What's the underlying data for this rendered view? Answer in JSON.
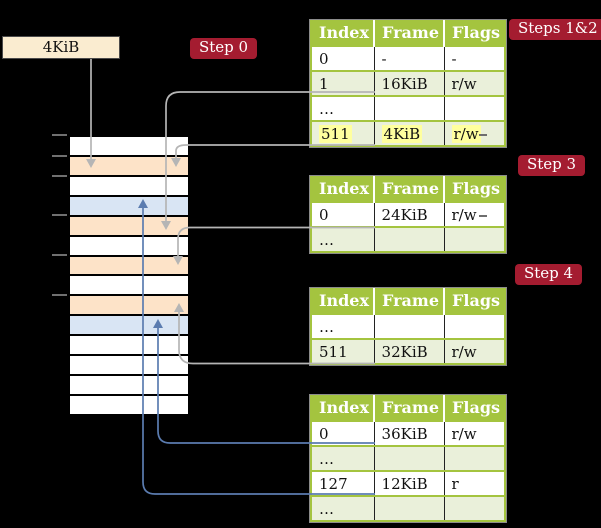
{
  "root_box": {
    "label": "4KiB"
  },
  "badges": {
    "step0": "Step 0",
    "steps12": "Steps 1&2",
    "step3": "Step 3",
    "step4": "Step 4"
  },
  "memory_stack": {
    "rows": [
      {
        "color": "white"
      },
      {
        "color": "peach"
      },
      {
        "color": "white"
      },
      {
        "color": "blue"
      },
      {
        "color": "peach"
      },
      {
        "color": "white"
      },
      {
        "color": "peach"
      },
      {
        "color": "white"
      },
      {
        "color": "peach"
      },
      {
        "color": "blue"
      },
      {
        "color": "white"
      },
      {
        "color": "white"
      },
      {
        "color": "white"
      },
      {
        "color": "white"
      }
    ]
  },
  "tables": [
    {
      "name": "page-table-steps-1-2",
      "headers": [
        "Index",
        "Frame",
        "Flags"
      ],
      "rows": [
        {
          "cells": [
            "0",
            "-",
            "-"
          ],
          "shaded": false,
          "highlighted": false
        },
        {
          "cells": [
            "1",
            "16KiB",
            "r/w"
          ],
          "shaded": true,
          "highlighted": false
        },
        {
          "cells": [
            "…",
            "",
            ""
          ],
          "shaded": false,
          "highlighted": false
        },
        {
          "cells": [
            "511",
            "4KiB",
            "r/w"
          ],
          "shaded": true,
          "highlighted": true
        }
      ]
    },
    {
      "name": "page-table-step-3",
      "headers": [
        "Index",
        "Frame",
        "Flags"
      ],
      "rows": [
        {
          "cells": [
            "0",
            "24KiB",
            "r/w"
          ],
          "shaded": false,
          "highlighted": false
        },
        {
          "cells": [
            "…",
            "",
            ""
          ],
          "shaded": true,
          "highlighted": false
        }
      ]
    },
    {
      "name": "page-table-step-4",
      "headers": [
        "Index",
        "Frame",
        "Flags"
      ],
      "rows": [
        {
          "cells": [
            "…",
            "",
            ""
          ],
          "shaded": false,
          "highlighted": false
        },
        {
          "cells": [
            "511",
            "32KiB",
            "r/w"
          ],
          "shaded": true,
          "highlighted": false
        }
      ]
    },
    {
      "name": "page-table-final",
      "headers": [
        "Index",
        "Frame",
        "Flags"
      ],
      "rows": [
        {
          "cells": [
            "0",
            "36KiB",
            "r/w"
          ],
          "shaded": false,
          "highlighted": false
        },
        {
          "cells": [
            "…",
            "",
            ""
          ],
          "shaded": true,
          "highlighted": false
        },
        {
          "cells": [
            "127",
            "12KiB",
            "r"
          ],
          "shaded": false,
          "highlighted": false
        },
        {
          "cells": [
            "…",
            "",
            ""
          ],
          "shaded": true,
          "highlighted": false
        }
      ]
    }
  ],
  "pointers": [
    {
      "source": "root-box",
      "target": "memory-row-2",
      "color": "gray"
    },
    {
      "source": "table-0-row-2",
      "target": "memory-row-5",
      "color": "gray"
    },
    {
      "source": "table-0-row-4",
      "target": "memory-row-2",
      "color": "gray"
    },
    {
      "source": "table-1-row-1",
      "target": "memory-row-7",
      "color": "gray"
    },
    {
      "source": "table-2-row-2",
      "target": "memory-row-9",
      "color": "gray"
    },
    {
      "source": "table-3-row-1",
      "target": "memory-row-10",
      "color": "blue"
    },
    {
      "source": "table-3-row-3",
      "target": "memory-row-4",
      "color": "blue"
    }
  ],
  "colors": {
    "badge_red": "#a41c30",
    "header_green": "#a4c43f",
    "row_green": "#eaf0da",
    "peach": "#fde3c8",
    "blue_row": "#d9e5f4",
    "highlight_yellow": "#ffff9e",
    "gray_arrow": "#b5b5b5",
    "blue_arrow": "#5b7cb0",
    "cream_box": "#faecd0"
  }
}
